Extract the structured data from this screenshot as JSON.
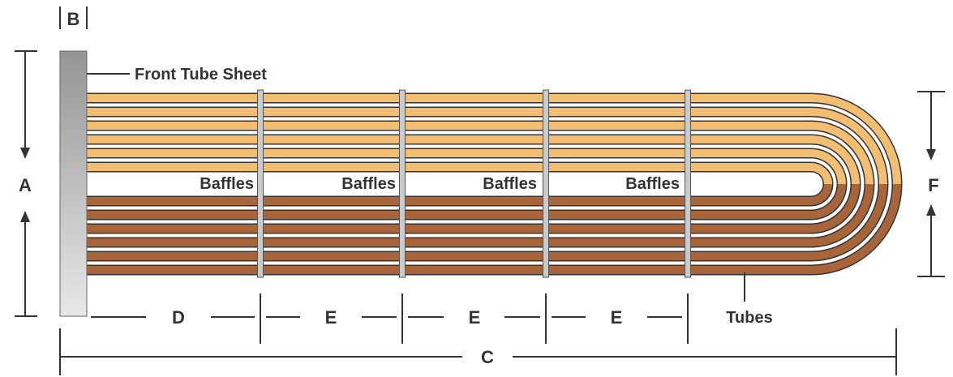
{
  "labels": {
    "a": "A",
    "b": "B",
    "c": "C",
    "d": "D",
    "e": [
      "E",
      "E",
      "E"
    ],
    "f": "F",
    "front_tube_sheet": "Front Tube Sheet",
    "baffles": [
      "Baffles",
      "Baffles",
      "Baffles",
      "Baffles"
    ],
    "tubes": "Tubes"
  },
  "colors": {
    "upper_tube": "#f2bf72",
    "lower_tube": "#a8653a",
    "tube_outline": "#333333",
    "baffle": "#c9cacc",
    "tube_sheet_top": "#949494",
    "tube_sheet_bottom": "#e8e8e8",
    "line": "#333333"
  }
}
